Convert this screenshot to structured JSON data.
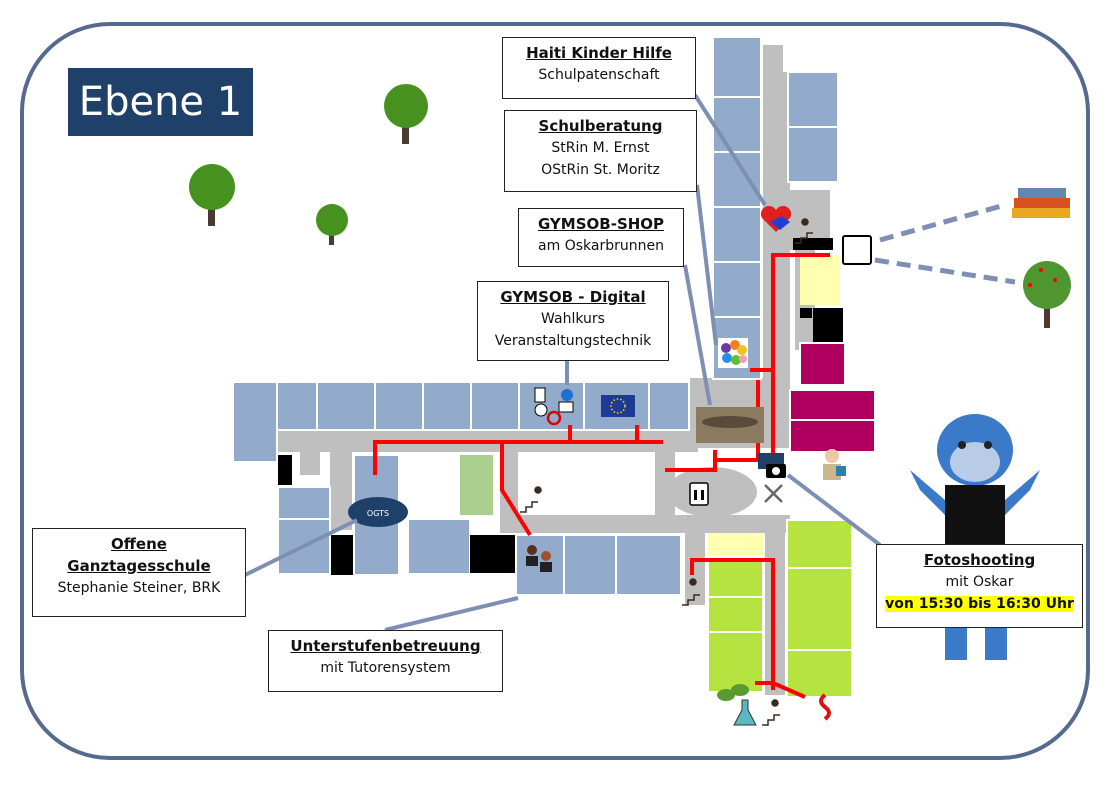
{
  "title": "Ebene 1",
  "labels": {
    "haiti": {
      "heading": "Haiti Kinder Hilfe",
      "lines": [
        "Schulpatenschaft"
      ]
    },
    "schulberatung": {
      "heading": "Schulberatung",
      "lines": [
        "StRin M. Ernst",
        "OStRin St. Moritz"
      ]
    },
    "shop": {
      "heading": "GYMSOB-SHOP",
      "lines": [
        "am Oskarbrunnen"
      ]
    },
    "digital": {
      "heading": "GYMSOB - Digital",
      "lines": [
        "Wahlkurs",
        "Veranstaltungstechnik"
      ]
    },
    "ogts": {
      "heading_1": "Offene",
      "heading_2": "Ganztagesschule",
      "lines": [
        "Stephanie Steiner, BRK"
      ]
    },
    "unterstufe": {
      "heading": "Unterstufenbetreuung",
      "lines": [
        "mit Tutorensystem"
      ]
    },
    "foto": {
      "heading": "Fotoshooting",
      "lines": [
        "mit Oskar"
      ],
      "highlight": "von 15:30 bis 16:30 Uhr"
    }
  },
  "map": {
    "ogts_marker": "OGTS"
  },
  "icons": [
    "tree-icon",
    "handshake-heart-icon",
    "stairs-icon",
    "teacher-board-icon",
    "books-icon",
    "apple-tree-icon",
    "shop-logo-icon",
    "digital-network-icon",
    "eu-flag-icon",
    "otter-statue-image",
    "camera-icon",
    "tools-icon",
    "reading-woman-icon",
    "elevator-icon",
    "students-icon",
    "plant-icon",
    "flask-icon",
    "medical-icon",
    "mascot-image"
  ],
  "colors": {
    "frame": "#56698f",
    "title_bg": "#1f4068",
    "room_blue": "#93abcb",
    "corridor": "#bfbfbf",
    "route": "#ff0000",
    "magenta": "#b0005f",
    "lime": "#b5e33f",
    "yellow": "#ffffb0",
    "green_room": "#a9d08e",
    "highlight": "#ffff00"
  }
}
